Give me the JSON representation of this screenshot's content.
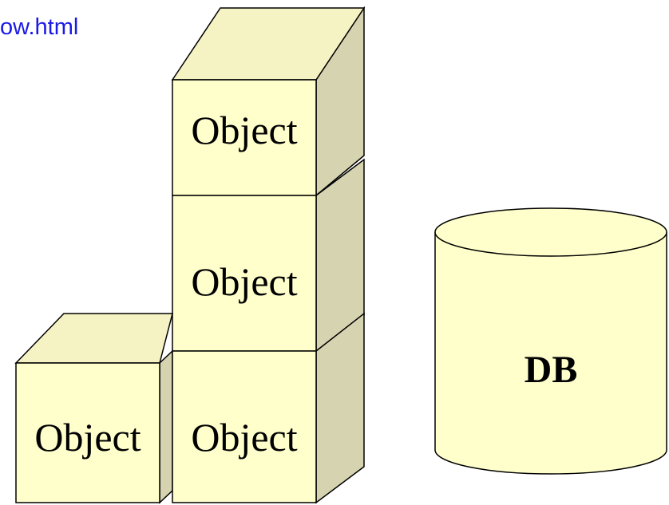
{
  "header": {
    "link_text": "ow.html"
  },
  "diagram": {
    "objects": [
      {
        "label": "Object"
      },
      {
        "label": "Object"
      },
      {
        "label": "Object"
      },
      {
        "label": "Object"
      }
    ],
    "database": {
      "label": "DB"
    },
    "colors": {
      "front_face": "#ffffcc",
      "top_face": "#f5f2c3",
      "side_face": "#d6d3b0",
      "stroke": "#000000",
      "link": "#1a1ae6"
    }
  }
}
